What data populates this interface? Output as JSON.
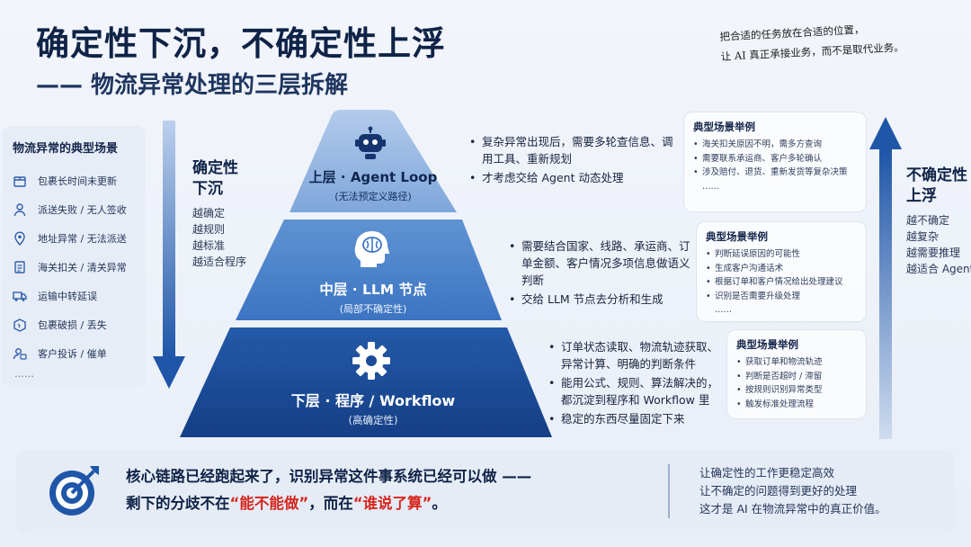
{
  "header": {
    "title": "确定性下沉，不确定性上浮",
    "subtitle": "—— 物流异常处理的三层拆解",
    "quote_line1": "把合适的任务放在合适的位置，",
    "quote_line2": "让 AI 真正承接业务，而不是取代业务。"
  },
  "left_panel": {
    "title": "物流异常的典型场景",
    "items": [
      {
        "icon": "package-icon",
        "label": "包裹长时间未更新"
      },
      {
        "icon": "person-icon",
        "label": "派送失败 / 无人签收"
      },
      {
        "icon": "location-pin-icon",
        "label": "地址异常 / 无法派送"
      },
      {
        "icon": "customs-icon",
        "label": "海关扣关 / 清关异常"
      },
      {
        "icon": "truck-icon",
        "label": "运输中转延误"
      },
      {
        "icon": "damaged-box-icon",
        "label": "包裹破损 / 丢失"
      },
      {
        "icon": "complaint-icon",
        "label": "客户投诉 / 催单"
      }
    ],
    "more": "……"
  },
  "left_axis": {
    "title_line1": "确定性",
    "title_line2": "下沉",
    "items": [
      "越确定",
      "越规则",
      "越标准",
      "越适合程序"
    ]
  },
  "right_axis": {
    "title_line1": "不确定性",
    "title_line2": "上浮",
    "items": [
      "越不确定",
      "越复杂",
      "越需要推理",
      "越适合 Agent"
    ]
  },
  "layers": {
    "top": {
      "title": "上层 · Agent Loop",
      "sub": "(无法预定义路径)",
      "icon": "robot-icon",
      "bullets": [
        "复杂异常出现后，需要多轮查信息、调用工具、重新规划",
        "才考虑交给 Agent 动态处理"
      ],
      "card_title": "典型场景举例",
      "card_items": [
        "海关扣关原因不明，需多方查询",
        "需要联系承运商、客户多轮确认",
        "涉及赔付、退货、重新发货等复杂决策",
        "……"
      ]
    },
    "middle": {
      "title": "中层 · LLM 节点",
      "sub": "(局部不确定性)",
      "icon": "brain-icon",
      "bullets": [
        "需要结合国家、线路、承运商、订单金额、客户情况多项信息做语义判断",
        "交给 LLM 节点去分析和生成"
      ],
      "card_title": "典型场景举例",
      "card_items": [
        "判断延误原因的可能性",
        "生成客户沟通话术",
        "根据订单和客户情况给出处理建议",
        "识别是否需要升级处理",
        "……"
      ]
    },
    "bottom": {
      "title": "下层 · 程序 / Workflow",
      "sub": "(高确定性)",
      "icon": "gear-icon",
      "bullets": [
        "订单状态读取、物流轨迹获取、异常计算、明确的判断条件",
        "能用公式、规则、算法解决的，都沉淀到程序和 Workflow 里",
        "稳定的东西尽量固定下来"
      ],
      "card_title": "典型场景举例",
      "card_items": [
        "获取订单和物流轨迹",
        "判断是否超时 / 滞留",
        "按规则识别异常类型",
        "触发标准处理流程"
      ]
    }
  },
  "banner": {
    "icon": "target-icon",
    "line1": "核心链路已经跑起来了，识别异常这件事系统已经可以做 ——",
    "line2_a": "剩下的分歧不在",
    "line2_red1": "“能不能做”",
    "line2_b": "，而在",
    "line2_red2": "“谁说了算”",
    "line2_c": "。",
    "right": [
      "让确定性的工作更稳定高效",
      "让不确定的问题得到更好的处理",
      "这才是 AI 在物流异常中的真正价值。"
    ]
  },
  "colors": {
    "top_layer": "#8fb3e0",
    "middle_layer": "#4f86cc",
    "bottom_layer": "#1c4b99",
    "title": "#0f2347",
    "accent_red": "#d7261e",
    "arrow": "#1f5bb0"
  }
}
